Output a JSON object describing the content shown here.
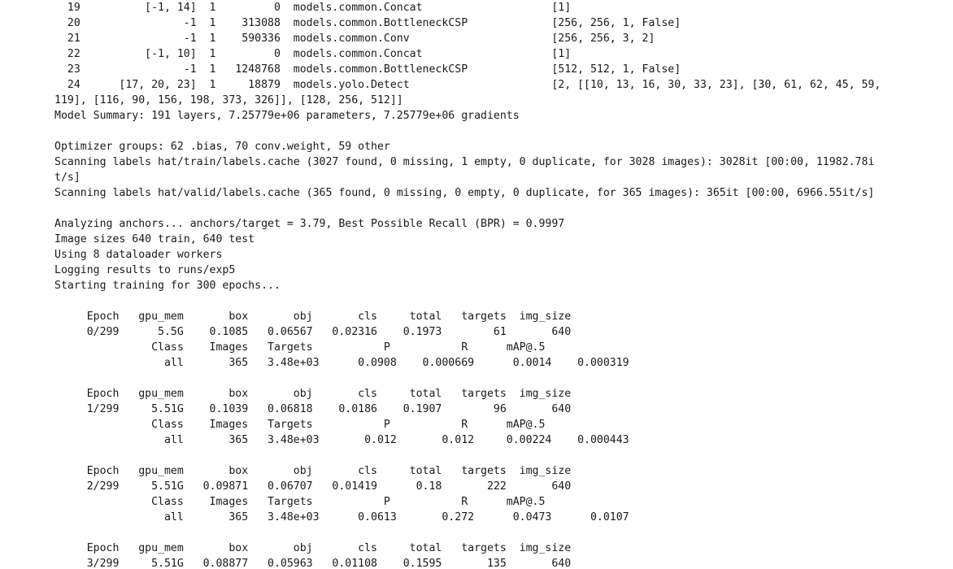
{
  "output": {
    "lines": [
      "  19          [-1, 14]  1         0  models.common.Concat                    [1]                           ",
      "  20                -1  1    313088  models.common.BottleneckCSP             [256, 256, 1, False]          ",
      "  21                -1  1    590336  models.common.Conv                      [256, 256, 3, 2]              ",
      "  22          [-1, 10]  1         0  models.common.Concat                    [1]                           ",
      "  23                -1  1   1248768  models.common.BottleneckCSP             [512, 512, 1, False]          ",
      "  24      [17, 20, 23]  1     18879  models.yolo.Detect                      [2, [[10, 13, 16, 30, 33, 23], [30, 61, 62, 45, 59,",
      "119], [116, 90, 156, 198, 373, 326]], [128, 256, 512]]",
      "Model Summary: 191 layers, 7.25779e+06 parameters, 7.25779e+06 gradients",
      "",
      "Optimizer groups: 62 .bias, 70 conv.weight, 59 other",
      "Scanning labels hat/train/labels.cache (3027 found, 0 missing, 1 empty, 0 duplicate, for 3028 images): 3028it [00:00, 11982.78i",
      "t/s]",
      "Scanning labels hat/valid/labels.cache (365 found, 0 missing, 0 empty, 0 duplicate, for 365 images): 365it [00:00, 6966.55it/s]",
      "",
      "Analyzing anchors... anchors/target = 3.79, Best Possible Recall (BPR) = 0.9997",
      "Image sizes 640 train, 640 test",
      "Using 8 dataloader workers",
      "Logging results to runs/exp5",
      "Starting training for 300 epochs...",
      "",
      "     Epoch   gpu_mem       box       obj       cls     total   targets  img_size",
      "     0/299      5.5G    0.1085   0.06567   0.02316    0.1973        61       640",
      "               Class    Images   Targets           P           R      mAP@.5",
      "                 all       365   3.48e+03      0.0908    0.000669      0.0014    0.000319",
      "",
      "     Epoch   gpu_mem       box       obj       cls     total   targets  img_size",
      "     1/299     5.51G    0.1039   0.06818    0.0186    0.1907        96       640",
      "               Class    Images   Targets           P           R      mAP@.5",
      "                 all       365   3.48e+03       0.012       0.012     0.00224    0.000443",
      "",
      "     Epoch   gpu_mem       box       obj       cls     total   targets  img_size",
      "     2/299     5.51G   0.09871   0.06707   0.01419      0.18       222       640",
      "               Class    Images   Targets           P           R      mAP@.5",
      "                 all       365   3.48e+03      0.0613       0.272      0.0473      0.0107",
      "",
      "     Epoch   gpu_mem       box       obj       cls     total   targets  img_size",
      "     3/299     5.51G   0.08877   0.05963   0.01108    0.1595       135       640"
    ]
  }
}
